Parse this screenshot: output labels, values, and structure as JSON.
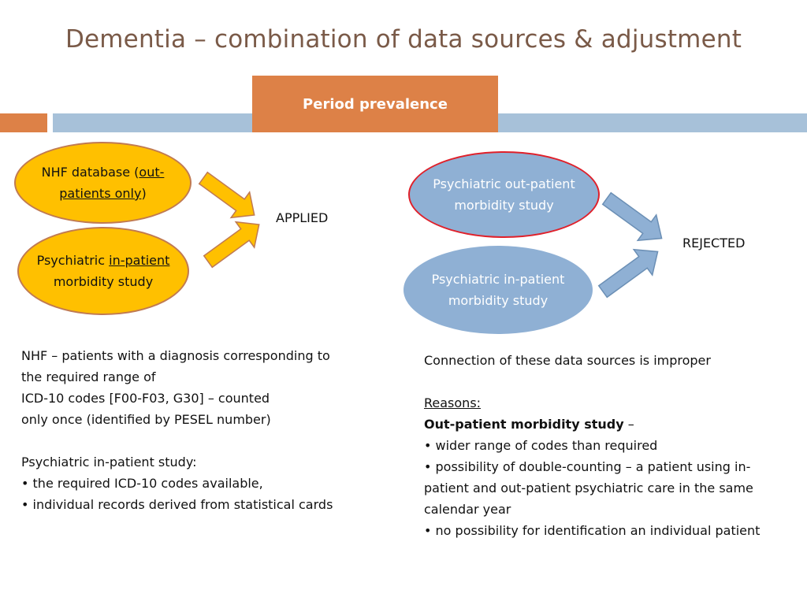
{
  "title": "Dementia – combination of data sources & adjustment",
  "header_tab": "Period prevalence",
  "colors": {
    "orange": "#dd8147",
    "blue_bar": "#a7c1d9",
    "yellow": "#ffc000",
    "ellipse_blue": "#8fb0d4",
    "red_outline": "#e0202a",
    "title": "#7a5a48"
  },
  "left": {
    "nhf": {
      "pre": "NHF database (",
      "underlined": "out-patients only",
      "post": ")"
    },
    "inpatient": {
      "pre": "Psychiatric ",
      "underlined": "in-patient",
      "post": "morbidity study"
    },
    "result": "APPLIED",
    "notes": [
      "NHF – patients with a diagnosis corresponding to",
      "the required range of",
      "ICD-10 codes [F00-F03, G30] – counted",
      "only once (identified by PESEL number)",
      "",
      "Psychiatric in-patient study:",
      "• the required ICD-10 codes available,",
      "•  individual records derived from statistical cards"
    ]
  },
  "right": {
    "outpatient": {
      "line1": "Psychiatric out-patient",
      "line2": "morbidity study"
    },
    "inpatient": {
      "line1": "Psychiatric in-patient",
      "line2": "morbidity study"
    },
    "result": "REJECTED",
    "connection": "Connection of these data sources is improper",
    "reasons_heading": "Reasons:",
    "reason_title": "Out-patient morbidity study",
    "reason_title_suffix": " –",
    "reasons": [
      "• wider range of codes than required",
      "• possibility of double-counting – a patient using in-patient and out-patient psychiatric care in the same calendar year",
      "• no possibility for identification an individual patient"
    ]
  }
}
